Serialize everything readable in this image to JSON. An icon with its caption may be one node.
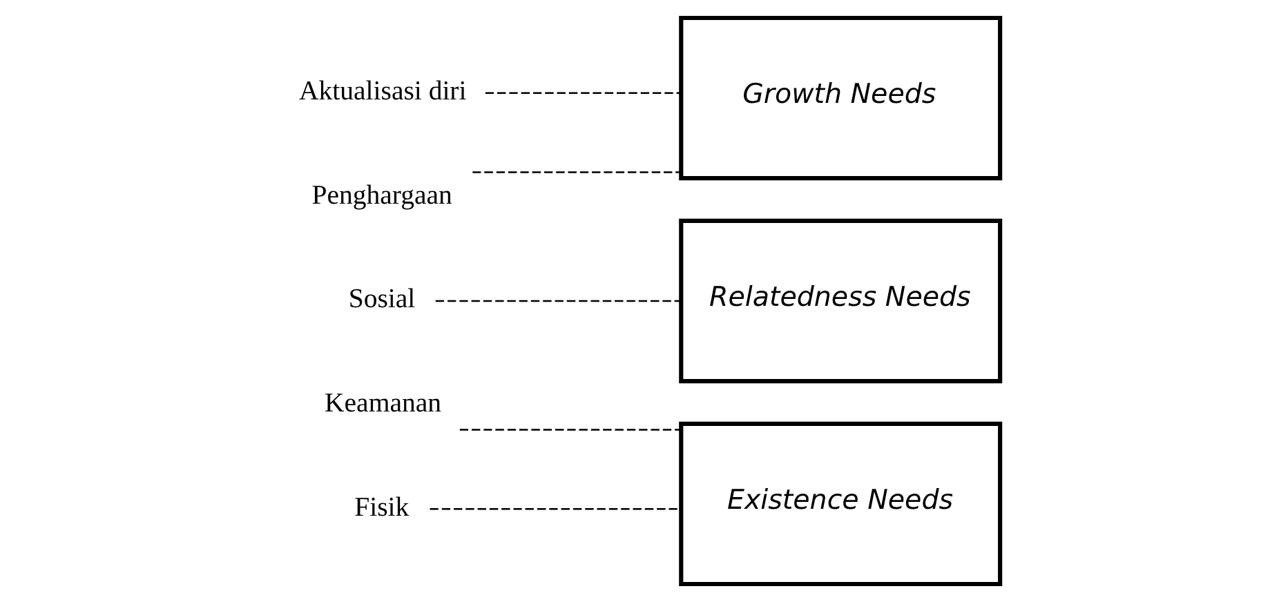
{
  "diagram": {
    "nodes": [
      {
        "text": [
          "Aktualisasi diri"
        ]
      },
      {
        "text": [
          "Penghargaan"
        ]
      },
      {
        "text": [
          "Sosial"
        ]
      },
      {
        "text": [
          "Keamanan"
        ]
      },
      {
        "text": [
          "Fisik"
        ]
      },
      {
        "text": [
          "Growth Needs"
        ]
      },
      {
        "text": [
          "Relatedness Needs"
        ]
      },
      {
        "text": [
          "Existence Needs"
        ]
      }
    ],
    "edges": [
      {
        "from": 0,
        "to": 5,
        "arrow": "none",
        "style": "dashed"
      },
      {
        "from": 1,
        "to": 5,
        "arrow": "none",
        "style": "dashed"
      },
      {
        "from": 2,
        "to": 6,
        "arrow": "none",
        "style": "dashed"
      },
      {
        "from": 3,
        "to": 7,
        "arrow": "none",
        "style": "dashed"
      },
      {
        "from": 4,
        "to": 7,
        "arrow": "none",
        "style": "dashed"
      }
    ]
  }
}
